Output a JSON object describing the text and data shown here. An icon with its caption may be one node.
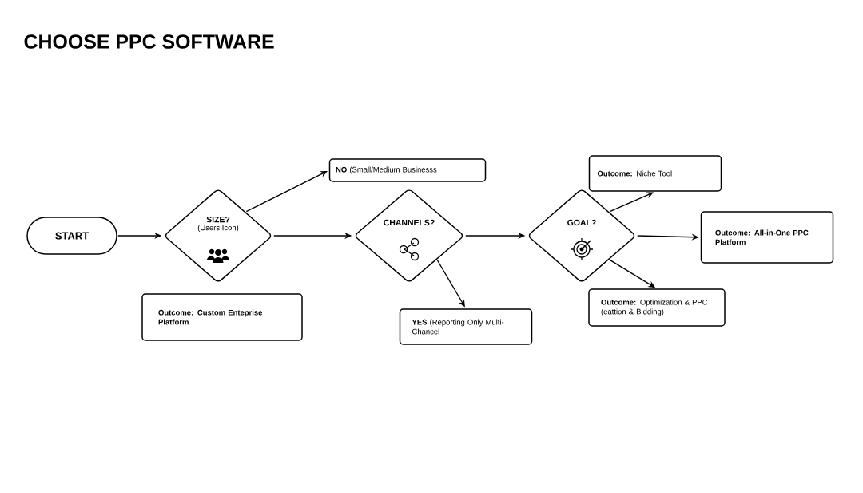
{
  "diagram": {
    "title": "CHOOSE PPC SOFTWARE",
    "nodes": [
      {
        "text": [
          "START"
        ]
      },
      {
        "text": [
          "SIZE?",
          "(Users Icon)"
        ]
      },
      {
        "text": [
          "**NO** (Small/Medium Businesss"
        ]
      },
      {
        "text": [
          "CHANNELS?"
        ]
      },
      {
        "text": [
          "Outcome: Custom Enteprise Platform"
        ]
      },
      {
        "text": [
          "**YES** (Reporting Only Multi-Chancel"
        ]
      },
      {
        "text": [
          "GOAL?"
        ]
      },
      {
        "text": [
          "**Outcome:** Niche Tool"
        ]
      },
      {
        "text": [
          "Outcome: All-in-One PPC Platform"
        ]
      },
      {
        "text": [
          "**Outcome:** Optimization & PPC (eattion & Bidding)"
        ]
      }
    ],
    "edges": [
      {
        "from": 0,
        "to": 1,
        "arrow": "to"
      },
      {
        "from": 1,
        "to": 2,
        "arrow": "to"
      },
      {
        "from": 1,
        "to": 3,
        "arrow": "to"
      },
      {
        "from": 3,
        "to": 5,
        "arrow": "to"
      },
      {
        "from": 3,
        "to": 6,
        "arrow": "to"
      },
      {
        "from": 6,
        "to": 7,
        "arrow": "to"
      },
      {
        "from": 6,
        "to": 8,
        "arrow": "to"
      },
      {
        "from": 6,
        "to": 9,
        "arrow": "to"
      }
    ]
  }
}
